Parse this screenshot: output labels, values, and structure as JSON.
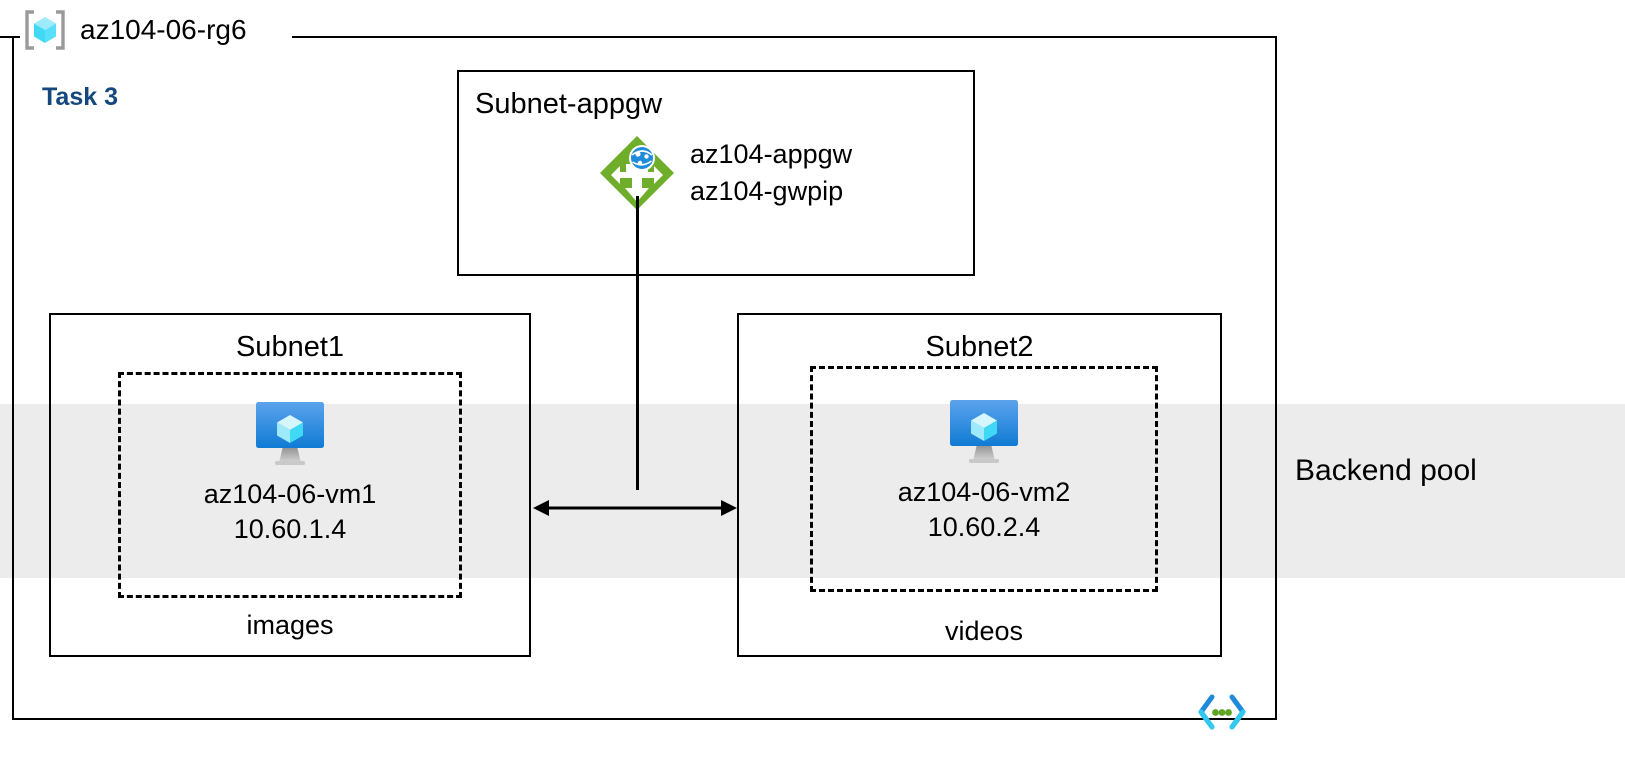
{
  "diagram": {
    "resource_group": {
      "name": "az104-06-rg6",
      "icon": "resource-group-icon"
    },
    "task_label": "Task 3",
    "task_label_color": "#14477D",
    "backend_pool": {
      "label": "Backend pool",
      "band_color": "#ECECEC"
    },
    "subnets": [
      {
        "id": "subnet-appgw",
        "title": "Subnet-appgw",
        "resources": [
          {
            "icon": "application-gateway-icon",
            "names": [
              "az104-appgw",
              "az104-gwpip"
            ]
          }
        ]
      },
      {
        "id": "subnet1",
        "title": "Subnet1",
        "vm": {
          "icon": "virtual-machine-icon",
          "name": "az104-06-vm1",
          "ip": "10.60.1.4"
        },
        "app_label": "images"
      },
      {
        "id": "subnet2",
        "title": "Subnet2",
        "vm": {
          "icon": "virtual-machine-icon",
          "name": "az104-06-vm2",
          "ip": "10.60.2.4"
        },
        "app_label": "videos"
      }
    ],
    "connectors": [
      {
        "id": "appgw-to-backend",
        "type": "vertical-line"
      },
      {
        "id": "subnet1-subnet2",
        "type": "double-headed-arrow"
      }
    ],
    "code_icon": {
      "name": "code-brackets-icon",
      "bracket_color_top": "#1E8BDB",
      "bracket_color_bottom": "#32C8F0",
      "dot_color": "#5EA624"
    },
    "colors": {
      "appgw_green": "#6FAE2B",
      "appgw_globe_blue": "#1E8BDB",
      "vm_monitor_blue": "#0F7BD4",
      "vm_cube_cyan": "#B6EEFB",
      "rg_cube_cyan": "#3FD9F5",
      "border_black": "#000000"
    }
  }
}
